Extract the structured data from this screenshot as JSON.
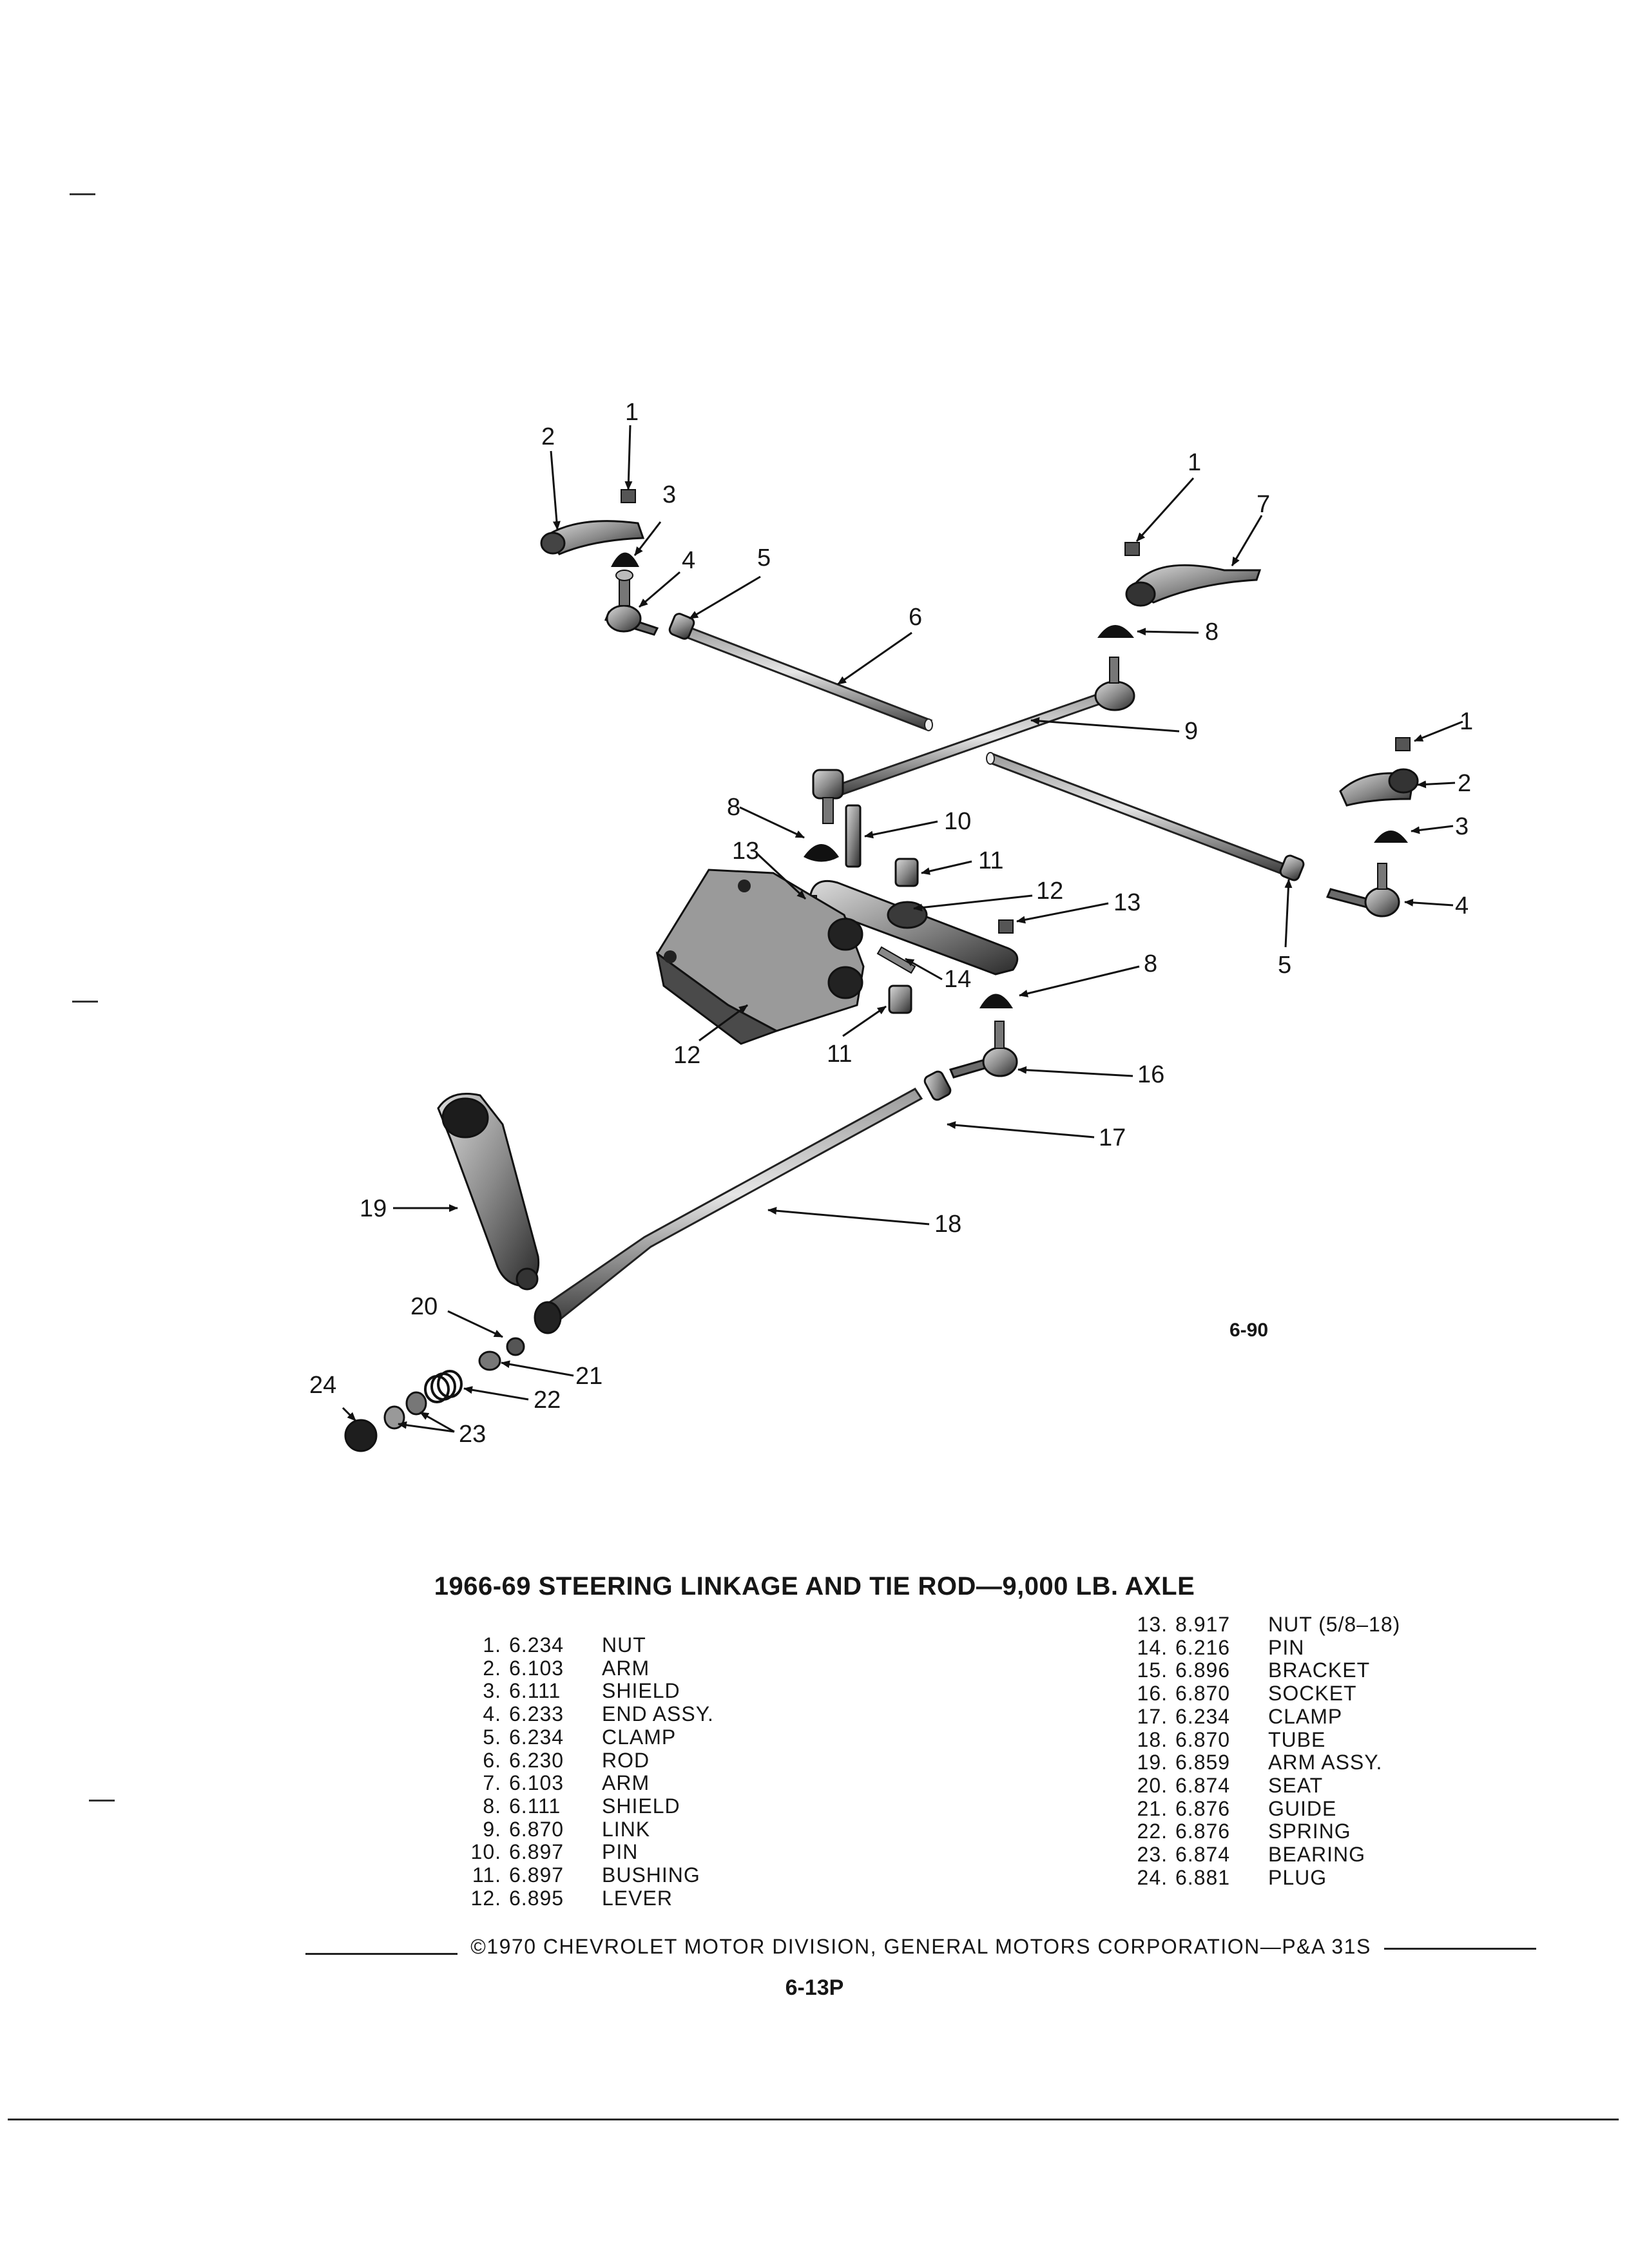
{
  "figure_number": "6-90",
  "title": "1966-69 STEERING LINKAGE AND TIE ROD—9,000 LB. AXLE",
  "callouts": {
    "c1a": "1",
    "c2a": "2",
    "c3a": "3",
    "c4a": "4",
    "c5a": "5",
    "c6": "6",
    "c1b": "1",
    "c7": "7",
    "c8a": "8",
    "c9": "9",
    "c1c": "1",
    "c2c": "2",
    "c3c": "3",
    "c4c": "4",
    "c5c": "5",
    "c8b": "8",
    "c10": "10",
    "c11a": "11",
    "c13a": "13",
    "c12a": "12",
    "c13b": "13",
    "c8c": "8",
    "c14": "14",
    "c12b": "12",
    "c11b": "11",
    "c16": "16",
    "c17": "17",
    "c18": "18",
    "c19": "19",
    "c20": "20",
    "c21": "21",
    "c22": "22",
    "c24": "24",
    "c23": "23"
  },
  "parts_left": [
    {
      "num": "1.",
      "code": "6.234",
      "name": "NUT"
    },
    {
      "num": "2.",
      "code": "6.103",
      "name": "ARM"
    },
    {
      "num": "3.",
      "code": "6.111",
      "name": "SHIELD"
    },
    {
      "num": "4.",
      "code": "6.233",
      "name": "END ASSY."
    },
    {
      "num": "5.",
      "code": "6.234",
      "name": "CLAMP"
    },
    {
      "num": "6.",
      "code": "6.230",
      "name": "ROD"
    },
    {
      "num": "7.",
      "code": "6.103",
      "name": "ARM"
    },
    {
      "num": "8.",
      "code": "6.111",
      "name": "SHIELD"
    },
    {
      "num": "9.",
      "code": "6.870",
      "name": "LINK"
    },
    {
      "num": "10.",
      "code": "6.897",
      "name": "PIN"
    },
    {
      "num": "11.",
      "code": "6.897",
      "name": "BUSHING"
    },
    {
      "num": "12.",
      "code": "6.895",
      "name": "LEVER"
    }
  ],
  "parts_right": [
    {
      "num": "13.",
      "code": "8.917",
      "name": "NUT (5/8–18)"
    },
    {
      "num": "14.",
      "code": "6.216",
      "name": "PIN"
    },
    {
      "num": "15.",
      "code": "6.896",
      "name": "BRACKET"
    },
    {
      "num": "16.",
      "code": "6.870",
      "name": "SOCKET"
    },
    {
      "num": "17.",
      "code": "6.234",
      "name": "CLAMP"
    },
    {
      "num": "18.",
      "code": "6.870",
      "name": "TUBE"
    },
    {
      "num": "19.",
      "code": "6.859",
      "name": "ARM ASSY."
    },
    {
      "num": "20.",
      "code": "6.874",
      "name": "SEAT"
    },
    {
      "num": "21.",
      "code": "6.876",
      "name": "GUIDE"
    },
    {
      "num": "22.",
      "code": "6.876",
      "name": "SPRING"
    },
    {
      "num": "23.",
      "code": "6.874",
      "name": "BEARING"
    },
    {
      "num": "24.",
      "code": "6.881",
      "name": "PLUG"
    }
  ],
  "copyright": "©1970 CHEVROLET MOTOR DIVISION, GENERAL MOTORS CORPORATION—P&A 31S",
  "page_number": "6-13P"
}
